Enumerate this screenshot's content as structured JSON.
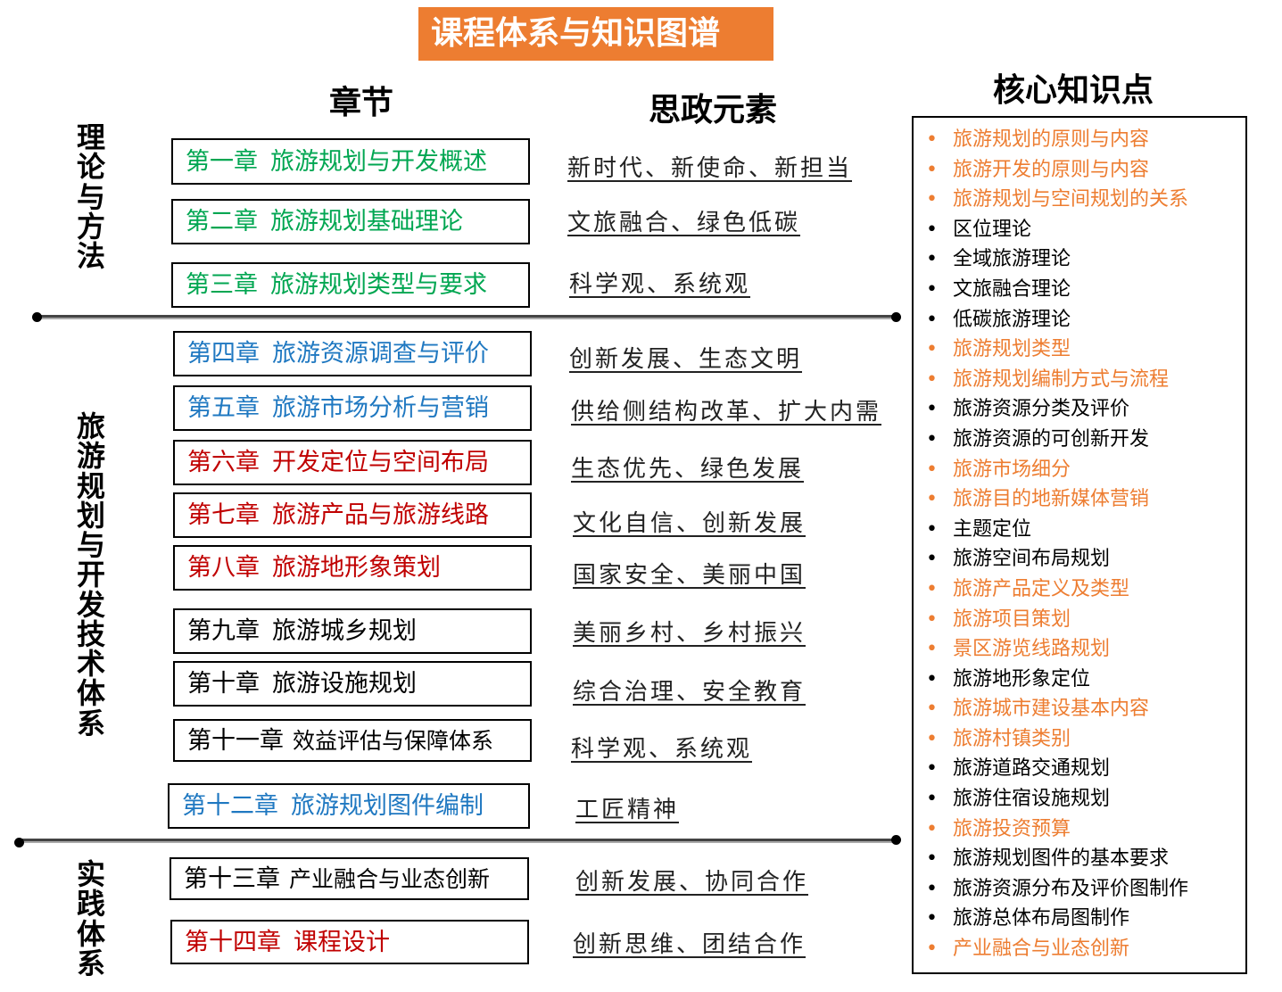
{
  "title": "课程体系与知识图谱",
  "headers": {
    "chapters": "章节",
    "szys": "思政元素",
    "knowledge": "核心知识点"
  },
  "sections": [
    {
      "label": "理论与方法"
    },
    {
      "label": "旅游规划与开发技术体系"
    },
    {
      "label": "实践体系"
    }
  ],
  "colors": {
    "title_bg": "#ed7d31",
    "green": "#00a651",
    "blue": "#1f78c1",
    "red": "#c00000",
    "black": "#000000",
    "orange": "#ed7d31"
  },
  "chapters": [
    {
      "num": "第一章",
      "name": "旅游规划与开发概述",
      "color": "green"
    },
    {
      "num": "第二章",
      "name": "旅游规划基础理论",
      "color": "green"
    },
    {
      "num": "第三章",
      "name": "旅游规划类型与要求",
      "color": "green"
    },
    {
      "num": "第四章",
      "name": "旅游资源调查与评价",
      "color": "blue"
    },
    {
      "num": "第五章",
      "name": "旅游市场分析与营销",
      "color": "blue"
    },
    {
      "num": "第六章",
      "name": "开发定位与空间布局",
      "color": "red"
    },
    {
      "num": "第七章",
      "name": "旅游产品与旅游线路",
      "color": "red"
    },
    {
      "num": "第八章",
      "name": "旅游地形象策划",
      "color": "red"
    },
    {
      "num": "第九章",
      "name": "旅游城乡规划",
      "color": "black"
    },
    {
      "num": "第十章",
      "name": "旅游设施规划",
      "color": "black"
    },
    {
      "num": "第十一章",
      "name": "效益评估与保障体系",
      "color": "black"
    },
    {
      "num": "第十二章",
      "name": "旅游规划图件编制",
      "color": "blue"
    },
    {
      "num": "第十三章",
      "name": "产业融合与业态创新",
      "color": "black"
    },
    {
      "num": "第十四章",
      "name": "课程设计",
      "color": "red"
    }
  ],
  "szys": [
    "新时代、新使命、新担当",
    "文旅融合、绿色低碳",
    "科学观、系统观",
    "创新发展、生态文明",
    "供给侧结构改革、扩大内需",
    "生态优先、绿色发展",
    "文化自信、创新发展",
    "国家安全、美丽中国",
    "美丽乡村、乡村振兴",
    "综合治理、安全教育",
    "科学观、系统观",
    "工匠精神",
    "创新发展、协同合作",
    "创新思维、团结合作"
  ],
  "knowledge_points": [
    {
      "text": "旅游规划的原则与内容",
      "color": "orange"
    },
    {
      "text": "旅游开发的原则与内容",
      "color": "orange"
    },
    {
      "text": "旅游规划与空间规划的关系",
      "color": "orange"
    },
    {
      "text": "区位理论",
      "color": "black"
    },
    {
      "text": "全域旅游理论",
      "color": "black"
    },
    {
      "text": "文旅融合理论",
      "color": "black"
    },
    {
      "text": "低碳旅游理论",
      "color": "black"
    },
    {
      "text": "旅游规划类型",
      "color": "orange"
    },
    {
      "text": "旅游规划编制方式与流程",
      "color": "orange"
    },
    {
      "text": "旅游资源分类及评价",
      "color": "black"
    },
    {
      "text": "旅游资源的可创新开发",
      "color": "black"
    },
    {
      "text": "旅游市场细分",
      "color": "orange"
    },
    {
      "text": "旅游目的地新媒体营销",
      "color": "orange"
    },
    {
      "text": "主题定位",
      "color": "black"
    },
    {
      "text": "旅游空间布局规划",
      "color": "black"
    },
    {
      "text": "旅游产品定义及类型",
      "color": "orange"
    },
    {
      "text": "旅游项目策划",
      "color": "orange"
    },
    {
      "text": "景区游览线路规划",
      "color": "orange"
    },
    {
      "text": "旅游地形象定位",
      "color": "black"
    },
    {
      "text": "旅游城市建设基本内容",
      "color": "orange"
    },
    {
      "text": "旅游村镇类别",
      "color": "orange"
    },
    {
      "text": "旅游道路交通规划",
      "color": "black"
    },
    {
      "text": "旅游住宿设施规划",
      "color": "black"
    },
    {
      "text": "旅游投资预算",
      "color": "orange"
    },
    {
      "text": "旅游规划图件的基本要求",
      "color": "black"
    },
    {
      "text": "旅游资源分布及评价图制作",
      "color": "black"
    },
    {
      "text": "旅游总体布局图制作",
      "color": "black"
    },
    {
      "text": "产业融合与业态创新",
      "color": "orange"
    }
  ]
}
